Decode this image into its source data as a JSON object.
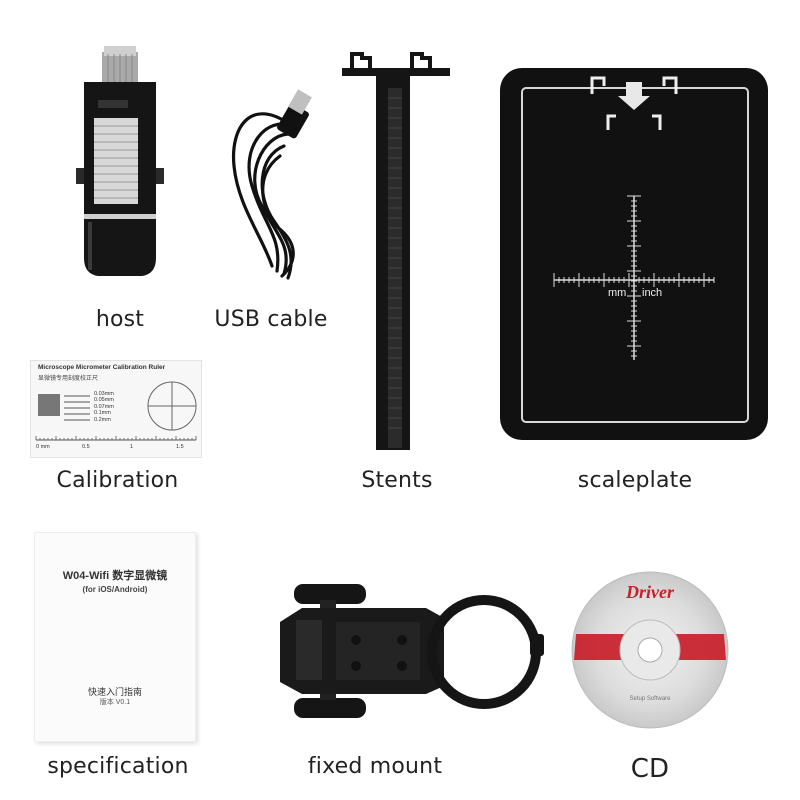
{
  "items": {
    "host": {
      "caption": "host"
    },
    "usb_cable": {
      "caption": "USB cable"
    },
    "calibration": {
      "caption": "Calibration",
      "card_title": "Microscope Micrometer Calibration Ruler",
      "card_subtitle": "显微镜专用刻度校正尺",
      "values": [
        "0.03mm",
        "0.05mm",
        "0.07mm",
        "0.1mm",
        "0.2mm"
      ],
      "scale_labels": [
        "0 mm",
        "0.5",
        "1",
        "1.5"
      ]
    },
    "stents": {
      "caption": "Stents"
    },
    "scaleplate": {
      "caption": "scaleplate",
      "label_mm": "mm",
      "label_inch": "inch"
    },
    "specification": {
      "caption": "specification",
      "title": "W04-Wifi 数字显微镜",
      "subtitle": "(for iOS/Android)",
      "guide": "快速入门指南",
      "version": "版本 V0.1"
    },
    "fixed_mount": {
      "caption": "fixed mount"
    },
    "cd": {
      "caption": "CD",
      "disc_label": "Driver",
      "disc_small": "Setup Software"
    }
  },
  "colors": {
    "black": "#111111",
    "driver_red": "#c8202a",
    "background": "#ffffff"
  }
}
